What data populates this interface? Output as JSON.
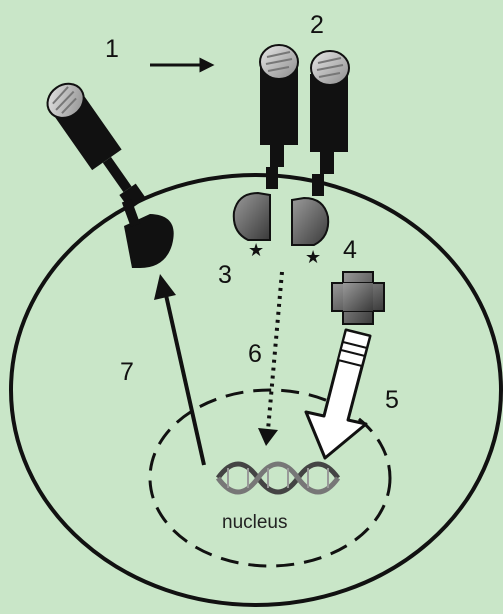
{
  "diagram": {
    "labels": {
      "step1": "1",
      "step2": "2",
      "step3": "3",
      "step4": "4",
      "step5": "5",
      "step6": "6",
      "step7": "7"
    },
    "nucleus_label": "nucleus",
    "colors": {
      "background": "#c9e6c8",
      "ink": "#111111",
      "receptor_gray": "#6f6f6f",
      "cap_gray": "#9a9a9a"
    }
  }
}
